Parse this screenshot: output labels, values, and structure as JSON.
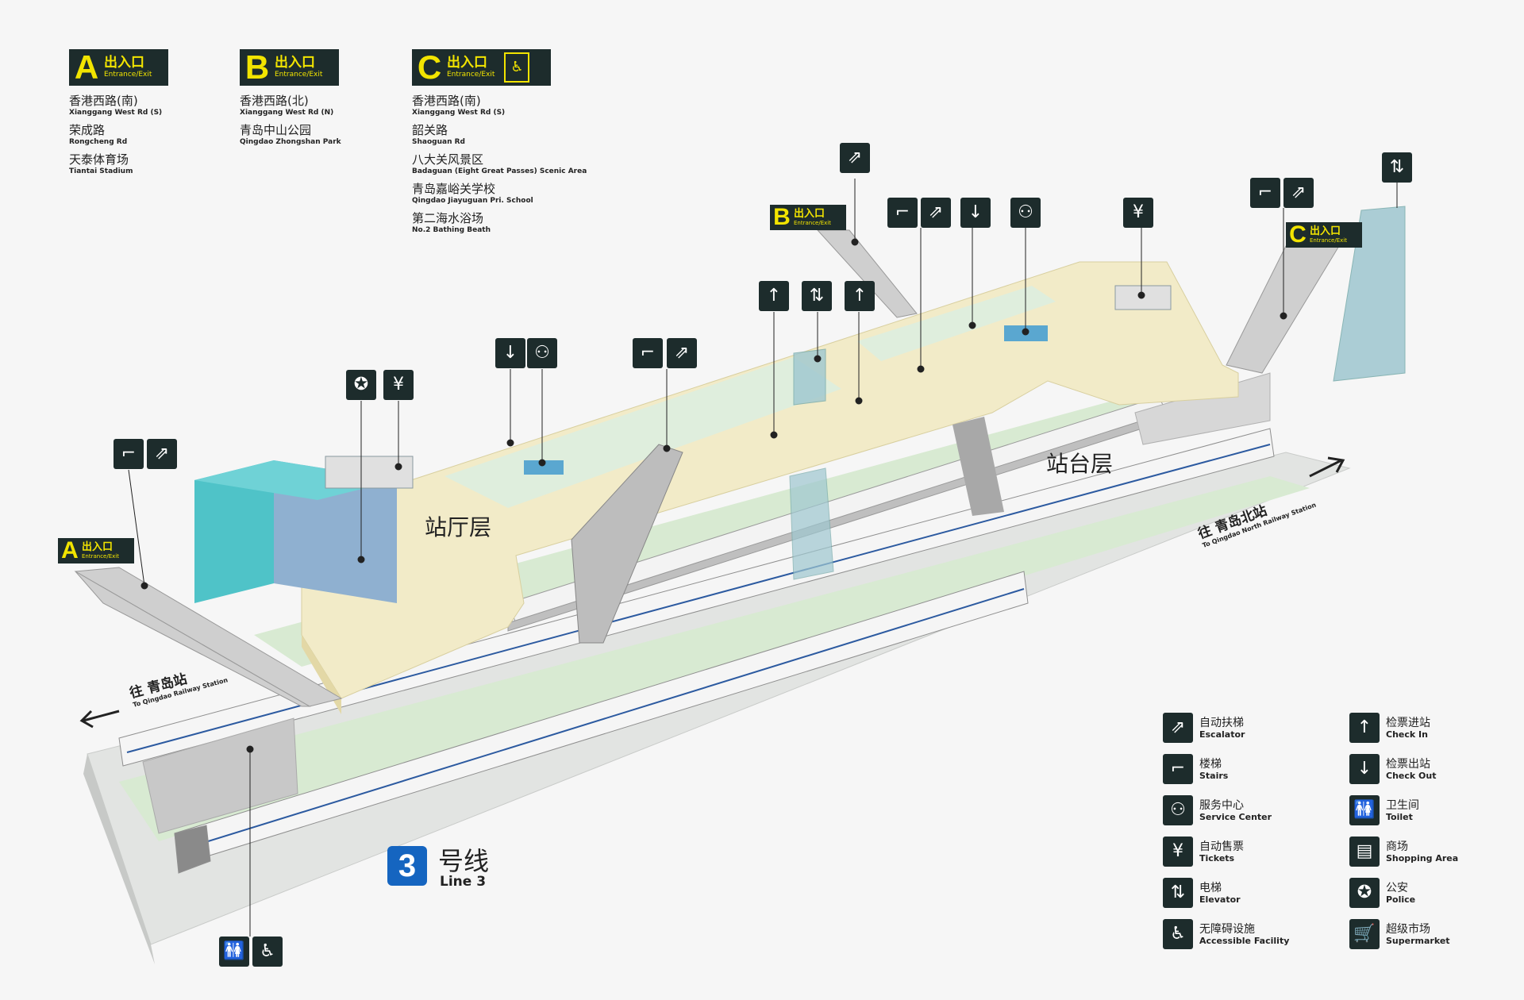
{
  "exits": [
    {
      "letter": "A",
      "cn": "出入口",
      "en": "Entrance/Exit",
      "destinations": [
        {
          "cn": "香港西路(南)",
          "en": "Xianggang West Rd (S)"
        },
        {
          "cn": "荣成路",
          "en": "Rongcheng Rd"
        },
        {
          "cn": "天泰体育场",
          "en": "Tiantai Stadium"
        }
      ]
    },
    {
      "letter": "B",
      "cn": "出入口",
      "en": "Entrance/Exit",
      "destinations": [
        {
          "cn": "香港西路(北)",
          "en": "Xianggang West Rd (N)"
        },
        {
          "cn": "青岛中山公园",
          "en": "Qingdao Zhongshan Park"
        }
      ]
    },
    {
      "letter": "C",
      "cn": "出入口",
      "en": "Entrance/Exit",
      "destinations": [
        {
          "cn": "香港西路(南)",
          "en": "Xianggang West Rd (S)"
        },
        {
          "cn": "韶关路",
          "en": "Shaoguan Rd"
        },
        {
          "cn": "八大关风景区",
          "en": "Badaguan (Eight Great Passes) Scenic Area"
        },
        {
          "cn": "青岛嘉峪关学校",
          "en": "Qingdao Jiayuguan Pri. School"
        },
        {
          "cn": "第二海水浴场",
          "en": "No.2 Bathing Beath"
        }
      ]
    }
  ],
  "map_signs": [
    {
      "letter": "A",
      "cn": "出入口",
      "en": "Entrance/Exit"
    },
    {
      "letter": "B",
      "cn": "出入口",
      "en": "Entrance/Exit"
    },
    {
      "letter": "C",
      "cn": "出入口",
      "en": "Entrance/Exit"
    }
  ],
  "floors": {
    "concourse": "站厅层",
    "platform": "站台层"
  },
  "directions": {
    "left": {
      "cn": "往 青岛站",
      "en": "To Qingdao Railway Station"
    },
    "right": {
      "cn": "往 青岛北站",
      "en": "To Qingdao North Railway Station"
    }
  },
  "line": {
    "number": "3",
    "cn": "号线",
    "en": "Line 3",
    "color": "#1565c0"
  },
  "legend": [
    {
      "icon": "escalator-icon",
      "glyph": "⇗",
      "cn": "自动扶梯",
      "en": "Escalator"
    },
    {
      "icon": "stairs-icon",
      "glyph": "⌐",
      "cn": "楼梯",
      "en": "Stairs"
    },
    {
      "icon": "service-center-icon",
      "glyph": "⚇",
      "cn": "服务中心",
      "en": "Service Center"
    },
    {
      "icon": "tickets-icon",
      "glyph": "¥",
      "cn": "自动售票",
      "en": "Tickets"
    },
    {
      "icon": "elevator-icon",
      "glyph": "⇅",
      "cn": "电梯",
      "en": "Elevator"
    },
    {
      "icon": "accessible-icon",
      "glyph": "♿",
      "cn": "无障碍设施",
      "en": "Accessible Facility"
    },
    {
      "icon": "check-in-icon",
      "glyph": "↑",
      "cn": "检票进站",
      "en": "Check In"
    },
    {
      "icon": "check-out-icon",
      "glyph": "↓",
      "cn": "检票出站",
      "en": "Check Out"
    },
    {
      "icon": "toilet-icon",
      "glyph": "🚻",
      "cn": "卫生间",
      "en": "Toilet"
    },
    {
      "icon": "shopping-icon",
      "glyph": "▤",
      "cn": "商场",
      "en": "Shopping Area"
    },
    {
      "icon": "police-icon",
      "glyph": "✪",
      "cn": "公安",
      "en": "Police"
    },
    {
      "icon": "supermarket-icon",
      "glyph": "🛒",
      "cn": "超级市场",
      "en": "Supermarket"
    }
  ],
  "colors": {
    "sign_bg": "#1d2c2c",
    "sign_text": "#f2e400",
    "concourse": "#f2ebc8",
    "platform": "#dfeeda",
    "glass": "#9ec7d0"
  }
}
